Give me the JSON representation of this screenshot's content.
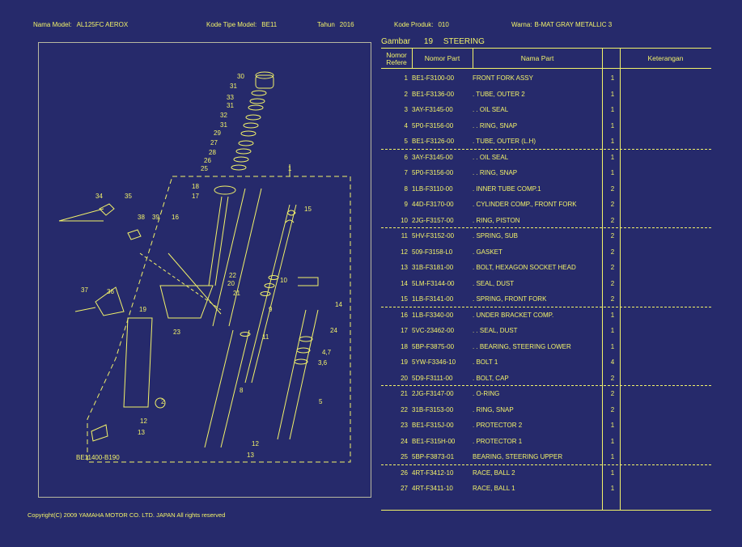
{
  "header": {
    "model_label": "Nama Model:",
    "model_value": "AL125FC AEROX",
    "type_label": "Kode Tipe Model:",
    "type_value": "BE11",
    "year_label": "Tahun",
    "year_value": "2016",
    "product_label": "Kode Produk:",
    "product_value": "010",
    "color_label": "Warna:",
    "color_value": "B-MAT GRAY METALLIC 3"
  },
  "section": {
    "label": "Gambar",
    "number": "19",
    "name": "STEERING"
  },
  "table": {
    "col_ref": "Nomor Refere",
    "col_part": "Nomor Part",
    "col_name": "Nama Part",
    "col_note": "Keterangan",
    "rows": [
      {
        "ref": "1",
        "part": "BE1-F3100-00",
        "name": "FRONT FORK ASSY",
        "qty": "1"
      },
      {
        "ref": "2",
        "part": "BE1-F3136-00",
        "name": ". TUBE, OUTER 2",
        "qty": "1"
      },
      {
        "ref": "3",
        "part": "3AY-F3145-00",
        "name": ". . OIL SEAL",
        "qty": "1"
      },
      {
        "ref": "4",
        "part": "5P0-F3156-00",
        "name": ". . RING, SNAP",
        "qty": "1"
      },
      {
        "ref": "5",
        "part": "BE1-F3126-00",
        "name": ". TUBE, OUTER (L.H)",
        "qty": "1"
      },
      {
        "ref": "6",
        "part": "3AY-F3145-00",
        "name": ". . OIL SEAL",
        "qty": "1"
      },
      {
        "ref": "7",
        "part": "5P0-F3156-00",
        "name": ". . RING, SNAP",
        "qty": "1"
      },
      {
        "ref": "8",
        "part": "1LB-F3110-00",
        "name": ". INNER TUBE COMP.1",
        "qty": "2"
      },
      {
        "ref": "9",
        "part": "44D-F3170-00",
        "name": ". CYLINDER COMP., FRONT FORK",
        "qty": "2"
      },
      {
        "ref": "10",
        "part": "2JG-F3157-00",
        "name": ". RING, PISTON",
        "qty": "2"
      },
      {
        "ref": "11",
        "part": "5HV-F3152-00",
        "name": ". SPRING, SUB",
        "qty": "2"
      },
      {
        "ref": "12",
        "part": "509-F3158-L0",
        "name": ". GASKET",
        "qty": "2"
      },
      {
        "ref": "13",
        "part": "31B-F3181-00",
        "name": ". BOLT, HEXAGON SOCKET HEAD",
        "qty": "2"
      },
      {
        "ref": "14",
        "part": "5LM-F3144-00",
        "name": ". SEAL, DUST",
        "qty": "2"
      },
      {
        "ref": "15",
        "part": "1LB-F3141-00",
        "name": ". SPRING, FRONT FORK",
        "qty": "2"
      },
      {
        "ref": "16",
        "part": "1LB-F3340-00",
        "name": ". UNDER BRACKET COMP.",
        "qty": "1"
      },
      {
        "ref": "17",
        "part": "5VC-23462-00",
        "name": ". . SEAL, DUST",
        "qty": "1"
      },
      {
        "ref": "18",
        "part": "5BP-F3875-00",
        "name": ". . BEARING, STEERING LOWER",
        "qty": "1"
      },
      {
        "ref": "19",
        "part": "5YW-F3346-10",
        "name": ". BOLT 1",
        "qty": "4"
      },
      {
        "ref": "20",
        "part": "5D9-F3111-00",
        "name": ". BOLT, CAP",
        "qty": "2"
      },
      {
        "ref": "21",
        "part": "2JG-F3147-00",
        "name": ". O-RING",
        "qty": "2"
      },
      {
        "ref": "22",
        "part": "31B-F3153-00",
        "name": ". RING, SNAP",
        "qty": "2"
      },
      {
        "ref": "23",
        "part": "BE1-F315J-00",
        "name": ". PROTECTOR 2",
        "qty": "1"
      },
      {
        "ref": "24",
        "part": "BE1-F315H-00",
        "name": ". PROTECTOR 1",
        "qty": "1"
      },
      {
        "ref": "25",
        "part": "5BP-F3873-01",
        "name": "BEARING, STEERING UPPER",
        "qty": "1"
      },
      {
        "ref": "26",
        "part": "4RT-F3412-10",
        "name": "RACE, BALL 2",
        "qty": "1"
      },
      {
        "ref": "27",
        "part": "4RT-F3411-10",
        "name": "RACE, BALL 1",
        "qty": "1"
      }
    ]
  },
  "diagram": {
    "code": "BE11400-B190",
    "labels": [
      "30",
      "31",
      "33",
      "31",
      "32",
      "31",
      "29",
      "27",
      "28",
      "26",
      "25",
      "1",
      "18",
      "17",
      "16",
      "15",
      "34",
      "35",
      "38",
      "39",
      "36",
      "37",
      "22",
      "20",
      "21",
      "19",
      "10",
      "9",
      "23",
      "11",
      "14",
      "24",
      "4,7",
      "3,6",
      "8",
      "2",
      "5",
      "12",
      "13",
      "12",
      "13"
    ]
  },
  "footer": {
    "copyright": "Copyright(C) 2009 YAMAHA MOTOR CO. LTD. JAPAN All rights reserved"
  },
  "colors": {
    "background": "#262a6b",
    "ink": "#f2f26a"
  }
}
